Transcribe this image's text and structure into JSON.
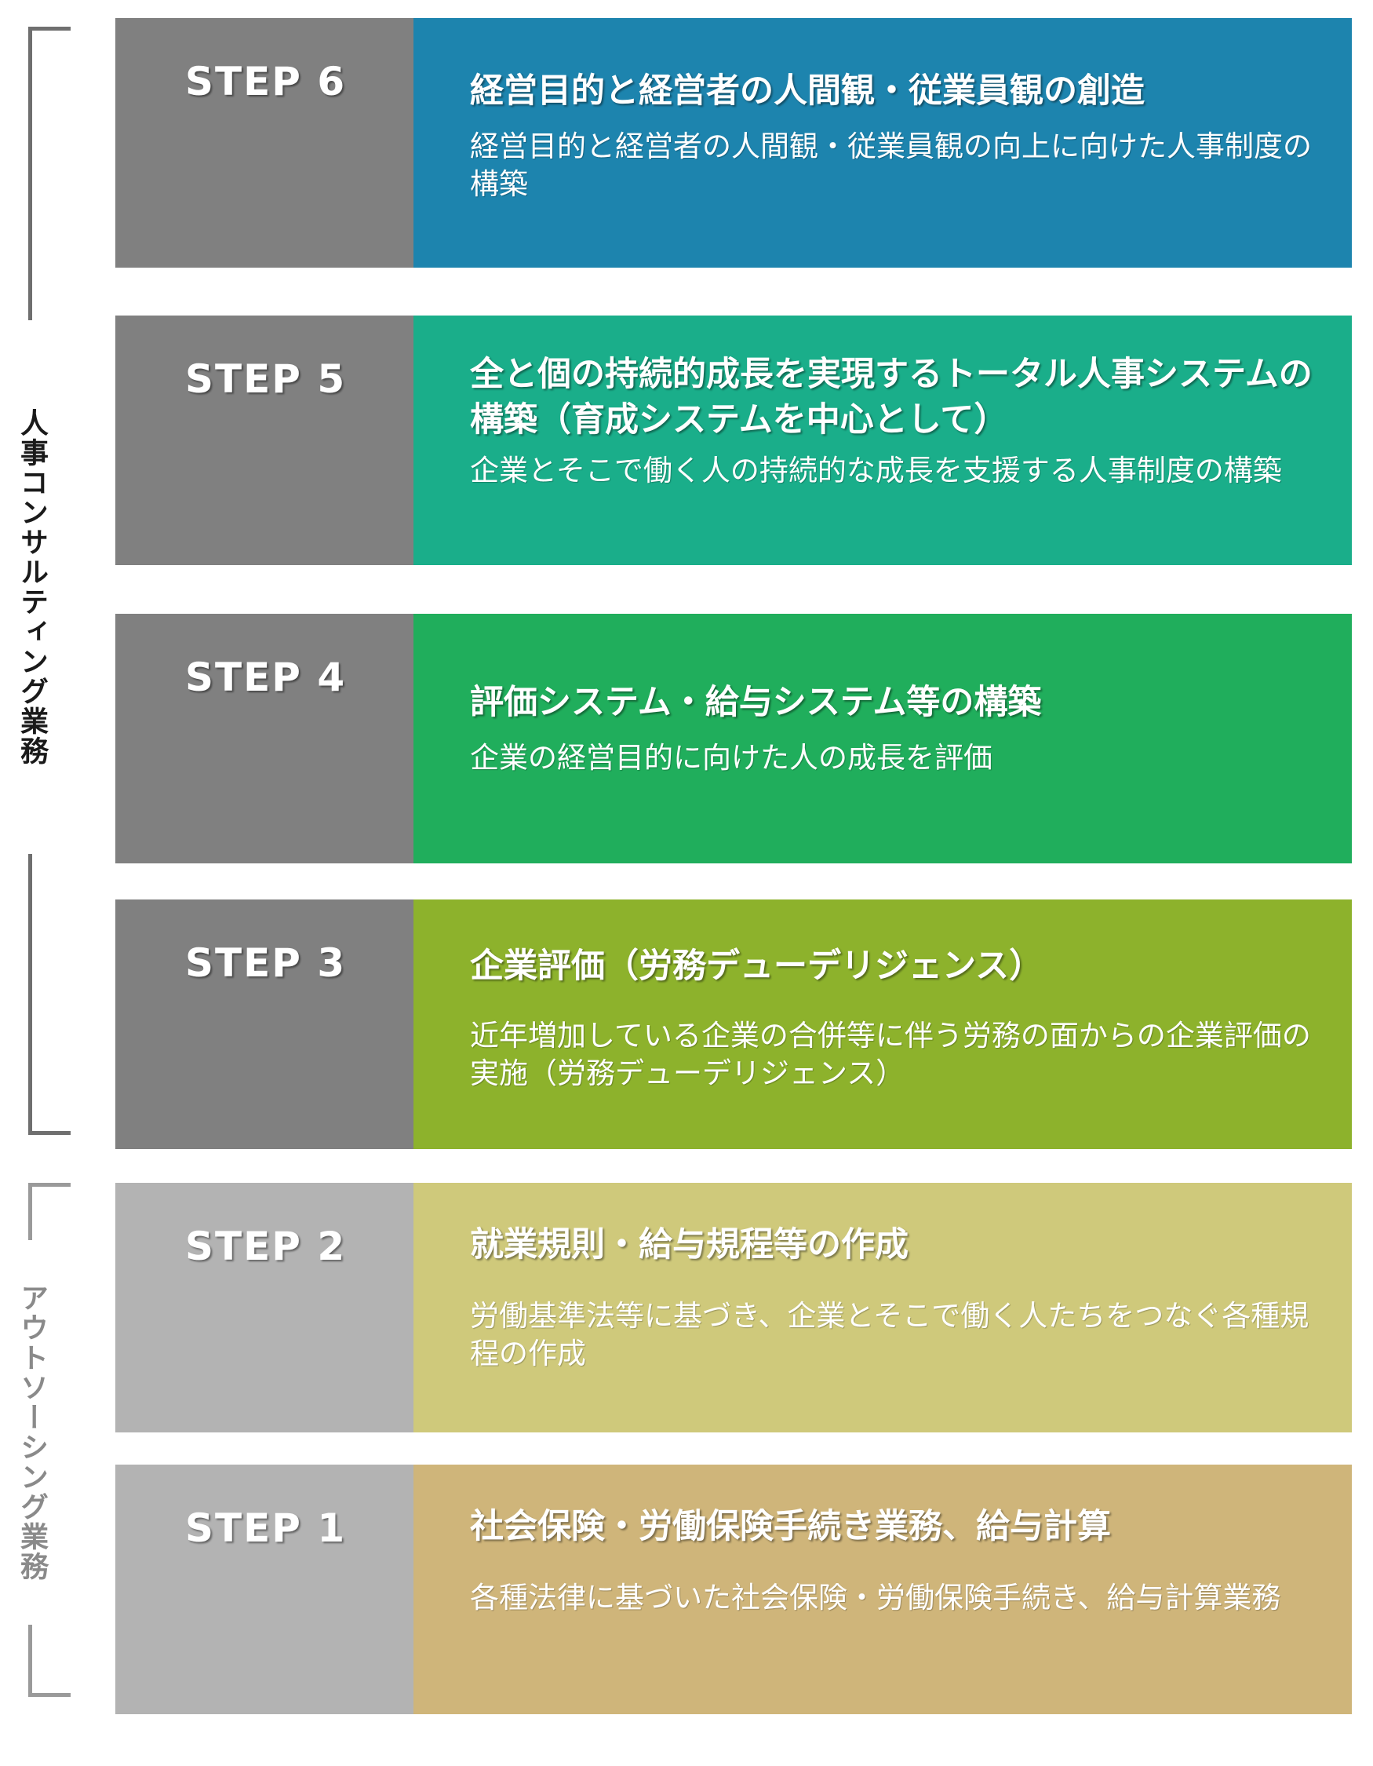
{
  "groups": {
    "consulting": {
      "label": "人事コンサルティング業務",
      "color": "#1a1a1a",
      "line_color": "#6f6f6f"
    },
    "outsourcing": {
      "label": "アウトソーシング業務",
      "color": "#8a8a8a",
      "line_color": "#9a9a9a"
    }
  },
  "steps": [
    {
      "step": "STEP 6",
      "title": "経営目的と経営者の人間観・従業員観の創造",
      "desc": "経営目的と経営者の人間観・従業員観の向上に向けた人事制度の構築",
      "num_color": "#808080",
      "body_color": "#1d84ae"
    },
    {
      "step": "STEP 5",
      "title": "全と個の持続的成長を実現するトータル人事システムの構築（育成システムを中心として）",
      "desc": "企業とそこで働く人の持続的な成長を支援する人事制度の構築",
      "num_color": "#808080",
      "body_color": "#1aae8a"
    },
    {
      "step": "STEP 4",
      "title": "評価システム・給与システム等の構築",
      "desc": "企業の経営目的に向けた人の成長を評価",
      "num_color": "#808080",
      "body_color": "#20ae5c"
    },
    {
      "step": "STEP 3",
      "title": "企業評価（労務デューデリジェンス）",
      "desc": "近年増加している企業の合併等に伴う労務の面からの企業評価の実施（労務デューデリジェンス）",
      "num_color": "#808080",
      "body_color": "#8db22c"
    },
    {
      "step": "STEP 2",
      "title": "就業規則・給与規程等の作成",
      "desc": "労働基準法等に基づき、企業とそこで働く人たちをつなぐ各種規程の作成",
      "num_color": "#b3b3b3",
      "body_color": "#cfc97b"
    },
    {
      "step": "STEP 1",
      "title": "社会保険・労働保険手続き業務、給与計算",
      "desc": "各種法律に基づいた社会保険・労働保険手続き、給与計算業務",
      "num_color": "#b3b3b3",
      "body_color": "#cfb57a"
    }
  ]
}
